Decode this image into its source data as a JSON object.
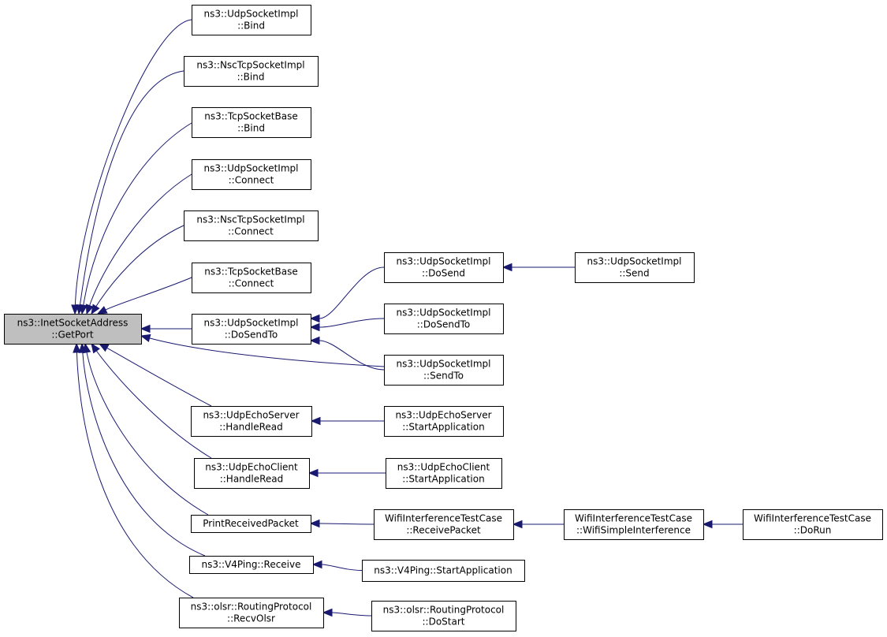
{
  "colors": {
    "edge": "#191970",
    "root_fill": "#bfbfbf",
    "node_fill": "#ffffff",
    "node_border": "#000000"
  },
  "nodes": [
    {
      "id": "root",
      "lines": [
        "ns3::InetSocketAddress",
        "::GetPort"
      ],
      "root": true
    },
    {
      "id": "udp-bind",
      "lines": [
        "ns3::UdpSocketImpl",
        "::Bind"
      ]
    },
    {
      "id": "nsc-bind",
      "lines": [
        "ns3::NscTcpSocketImpl",
        "::Bind"
      ]
    },
    {
      "id": "tcp-bind",
      "lines": [
        "ns3::TcpSocketBase",
        "::Bind"
      ]
    },
    {
      "id": "udp-connect",
      "lines": [
        "ns3::UdpSocketImpl",
        "::Connect"
      ]
    },
    {
      "id": "nsc-connect",
      "lines": [
        "ns3::NscTcpSocketImpl",
        "::Connect"
      ]
    },
    {
      "id": "tcp-connect",
      "lines": [
        "ns3::TcpSocketBase",
        "::Connect"
      ]
    },
    {
      "id": "udp-dosendto",
      "lines": [
        "ns3::UdpSocketImpl",
        "::DoSendTo"
      ]
    },
    {
      "id": "udp-dosend",
      "lines": [
        "ns3::UdpSocketImpl",
        "::DoSend"
      ]
    },
    {
      "id": "udp-send",
      "lines": [
        "ns3::UdpSocketImpl",
        "::Send"
      ]
    },
    {
      "id": "udp-dosendto2",
      "lines": [
        "ns3::UdpSocketImpl",
        "::DoSendTo"
      ]
    },
    {
      "id": "udp-sendto",
      "lines": [
        "ns3::UdpSocketImpl",
        "::SendTo"
      ]
    },
    {
      "id": "echoserver-handleread",
      "lines": [
        "ns3::UdpEchoServer",
        "::HandleRead"
      ]
    },
    {
      "id": "echoserver-start",
      "lines": [
        "ns3::UdpEchoServer",
        "::StartApplication"
      ]
    },
    {
      "id": "echoclient-handleread",
      "lines": [
        "ns3::UdpEchoClient",
        "::HandleRead"
      ]
    },
    {
      "id": "echoclient-start",
      "lines": [
        "ns3::UdpEchoClient",
        "::StartApplication"
      ]
    },
    {
      "id": "print-received",
      "lines": [
        "PrintReceivedPacket"
      ]
    },
    {
      "id": "wifi-receive",
      "lines": [
        "WifiInterferenceTestCase",
        "::ReceivePacket"
      ]
    },
    {
      "id": "wifi-simple",
      "lines": [
        "WifiInterferenceTestCase",
        "::WifiSimpleInterference"
      ]
    },
    {
      "id": "wifi-dorun",
      "lines": [
        "WifiInterferenceTestCase",
        "::DoRun"
      ]
    },
    {
      "id": "v4ping-receive",
      "lines": [
        "ns3::V4Ping::Receive"
      ]
    },
    {
      "id": "v4ping-start",
      "lines": [
        "ns3::V4Ping::StartApplication"
      ]
    },
    {
      "id": "olsr-recv",
      "lines": [
        "ns3::olsr::RoutingProtocol",
        "::RecvOlsr"
      ]
    },
    {
      "id": "olsr-dostart",
      "lines": [
        "ns3::olsr::RoutingProtocol",
        "::DoStart"
      ]
    }
  ],
  "edges": [
    {
      "from": "udp-bind",
      "to": "root"
    },
    {
      "from": "nsc-bind",
      "to": "root"
    },
    {
      "from": "tcp-bind",
      "to": "root"
    },
    {
      "from": "udp-connect",
      "to": "root"
    },
    {
      "from": "nsc-connect",
      "to": "root"
    },
    {
      "from": "tcp-connect",
      "to": "root"
    },
    {
      "from": "udp-dosendto",
      "to": "root"
    },
    {
      "from": "udp-sendto",
      "to": "root"
    },
    {
      "from": "echoserver-handleread",
      "to": "root"
    },
    {
      "from": "echoclient-handleread",
      "to": "root"
    },
    {
      "from": "print-received",
      "to": "root"
    },
    {
      "from": "v4ping-receive",
      "to": "root"
    },
    {
      "from": "olsr-recv",
      "to": "root"
    },
    {
      "from": "udp-dosend",
      "to": "udp-dosendto"
    },
    {
      "from": "udp-dosendto2",
      "to": "udp-dosendto"
    },
    {
      "from": "udp-sendto",
      "to": "udp-dosendto"
    },
    {
      "from": "udp-send",
      "to": "udp-dosend"
    },
    {
      "from": "echoserver-start",
      "to": "echoserver-handleread"
    },
    {
      "from": "echoclient-start",
      "to": "echoclient-handleread"
    },
    {
      "from": "wifi-receive",
      "to": "print-received"
    },
    {
      "from": "wifi-simple",
      "to": "wifi-receive"
    },
    {
      "from": "wifi-dorun",
      "to": "wifi-simple"
    },
    {
      "from": "v4ping-start",
      "to": "v4ping-receive"
    },
    {
      "from": "olsr-dostart",
      "to": "olsr-recv"
    }
  ]
}
